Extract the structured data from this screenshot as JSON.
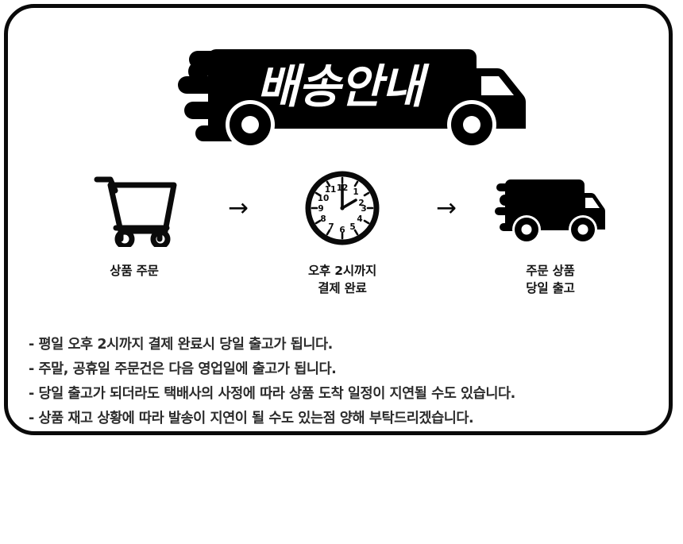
{
  "card": {
    "border_color": "#0a0a0a",
    "background": "#ffffff"
  },
  "header": {
    "title": "배송안내",
    "title_color": "#ffffff",
    "truck_color": "#000000",
    "icon": "delivery-truck-icon"
  },
  "steps": [
    {
      "icon": "shopping-cart-icon",
      "caption": "상품 주문"
    },
    {
      "icon": "clock-icon",
      "caption": "오후 2시까지\n결제 완료",
      "clock_hour": 2,
      "clock_minute": 0,
      "clock_numerals": [
        "1",
        "2",
        "3",
        "4",
        "5",
        "6",
        "7",
        "8",
        "9",
        "10",
        "11",
        "12"
      ]
    },
    {
      "icon": "delivery-truck-icon",
      "caption": "주문 상품\n당일 출고"
    }
  ],
  "arrows": [
    {
      "glyph": "→",
      "name": "arrow-right-icon"
    },
    {
      "glyph": "→",
      "name": "arrow-right-icon"
    }
  ],
  "notes": [
    "- 평일 오후 2시까지 결제 완료시 당일 출고가 됩니다.",
    "- 주말, 공휴일 주문건은 다음 영업일에 출고가 됩니다.",
    "- 당일 출고가 되더라도 택배사의 사정에 따라 상품 도착 일정이 지연될 수도 있습니다.",
    "- 상품 재고 상황에 따라 발송이 지연이 될 수도 있는점 양해 부탁드리겠습니다."
  ],
  "colors": {
    "ink": "#0a0a0a",
    "note_text": "#2b2b2b",
    "caption_text": "#151515"
  }
}
